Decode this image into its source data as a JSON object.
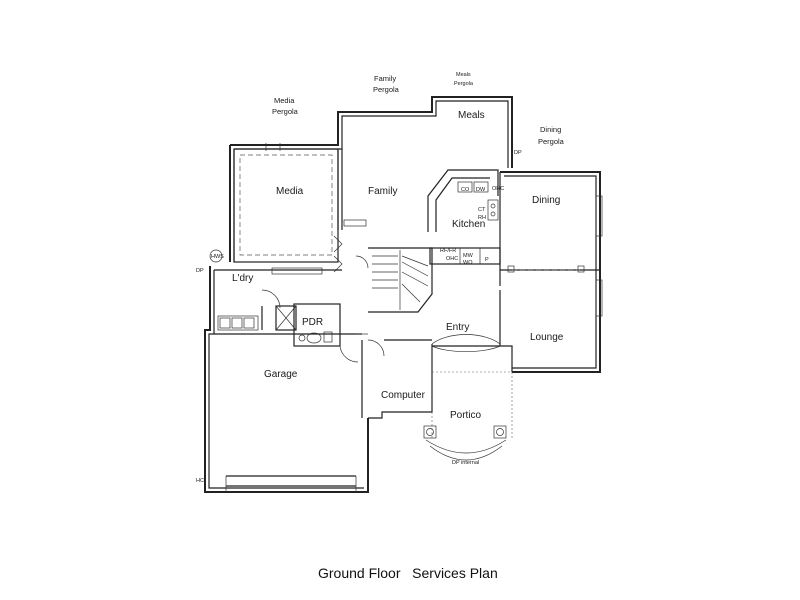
{
  "title": "Ground Floor   Services Plan",
  "rooms": {
    "media_pergola": "Media\nPergola",
    "family_pergola": "Family\nPergola",
    "meals_pergola": "Meals\nPergola",
    "dining_pergola": "Dining\nPergola",
    "meals": "Meals",
    "media": "Media",
    "family": "Family",
    "dining": "Dining",
    "kitchen": "Kitchen",
    "laundry": "L'dry",
    "pdr": "PDR",
    "garage": "Garage",
    "entry": "Entry",
    "lounge": "Lounge",
    "computer": "Computer",
    "portico": "Portico"
  },
  "annotations": {
    "dp": "DP",
    "dp_internal": "DP internal",
    "co": "CO",
    "dw": "DW",
    "ct": "CT",
    "rh": "RH",
    "ohc": "OHC",
    "rf_fr": "RF/FR",
    "mw": "MW",
    "wo": "WO",
    "p": "P",
    "ohc_small": "OHC",
    "hws": "HWS",
    "hc": "HC"
  }
}
